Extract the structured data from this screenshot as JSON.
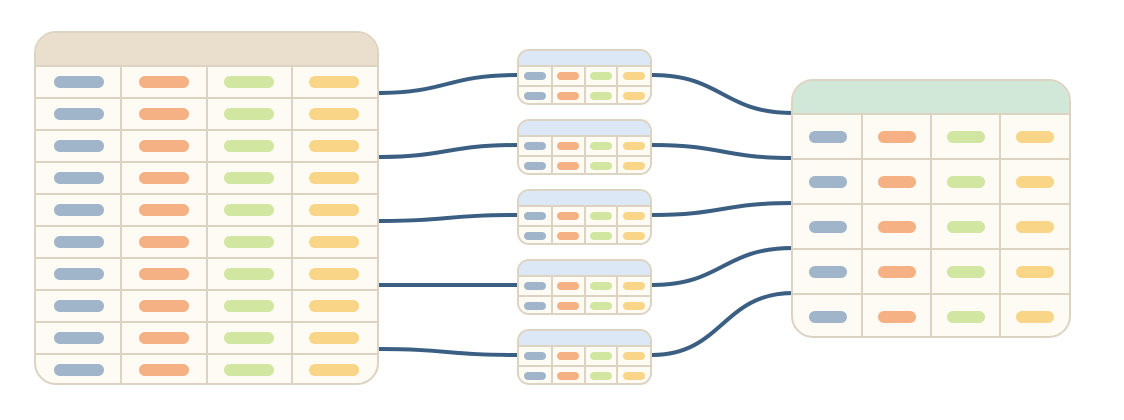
{
  "diagram": {
    "palette": {
      "source_header": "#eadfcd",
      "small_header": "#dce8f6",
      "target_header": "#d1e7d7",
      "cell_background": "#fdfbf4",
      "grid_line": "#ddd3c3",
      "connector": "#3b5f83",
      "pill_colors": [
        "#a0b4ca",
        "#f5b184",
        "#d0e6a1",
        "#f8d587"
      ]
    },
    "source_table": {
      "columns": 4,
      "rows": 10
    },
    "partition_tables": [
      {
        "columns": 4,
        "rows": 2
      },
      {
        "columns": 4,
        "rows": 2
      },
      {
        "columns": 4,
        "rows": 2
      },
      {
        "columns": 4,
        "rows": 2
      },
      {
        "columns": 4,
        "rows": 2
      }
    ],
    "target_table": {
      "columns": 4,
      "rows": 5
    },
    "connections": [
      {
        "from_row": 1,
        "to_partition": 0,
        "to_row": 0
      },
      {
        "from_row": 3,
        "to_partition": 1,
        "to_row": 1
      },
      {
        "from_row": 5,
        "to_partition": 2,
        "to_row": 2
      },
      {
        "from_row": 7,
        "to_partition": 3,
        "to_row": 3
      },
      {
        "from_row": 9,
        "to_partition": 4,
        "to_row": 4
      }
    ]
  }
}
